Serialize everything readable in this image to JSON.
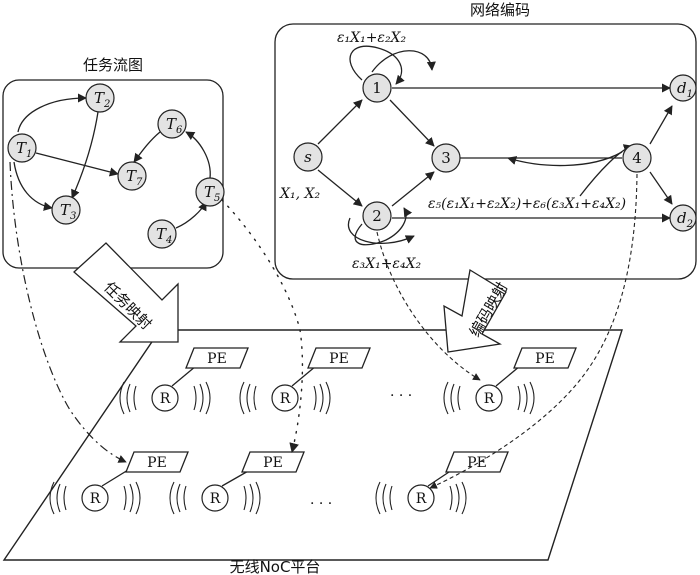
{
  "labels": {
    "task_graph_title": "任务流图",
    "network_coding_title": "网络编码",
    "platform_title": "无线NoC平台",
    "task_mapping": "任务映射",
    "coding_mapping": "编码映射"
  },
  "task_nodes": [
    {
      "id": "T1",
      "label": "T",
      "sub": "1"
    },
    {
      "id": "T2",
      "label": "T",
      "sub": "2"
    },
    {
      "id": "T3",
      "label": "T",
      "sub": "3"
    },
    {
      "id": "T4",
      "label": "T",
      "sub": "4"
    },
    {
      "id": "T5",
      "label": "T",
      "sub": "5"
    },
    {
      "id": "T6",
      "label": "T",
      "sub": "6"
    },
    {
      "id": "T7",
      "label": "T",
      "sub": "7"
    }
  ],
  "coding_nodes": [
    {
      "id": "s",
      "label": "s"
    },
    {
      "id": "n1",
      "label": "1"
    },
    {
      "id": "n2",
      "label": "2"
    },
    {
      "id": "n3",
      "label": "3"
    },
    {
      "id": "n4",
      "label": "4"
    },
    {
      "id": "d1",
      "label": "d",
      "sub": "1"
    },
    {
      "id": "d2",
      "label": "d",
      "sub": "2"
    }
  ],
  "equations": {
    "top": "ε₁X₁+ε₂X₂",
    "bottom": "ε₃X₁+ε₄X₂",
    "sources": "X₁, X₂",
    "combined": "ε₅(ε₁X₁+ε₂X₂)+ε₆(ε₃X₁+ε₄X₂)"
  },
  "platform": {
    "pe_label": "PE",
    "router_label": "R",
    "ellipsis": "· · ·"
  }
}
